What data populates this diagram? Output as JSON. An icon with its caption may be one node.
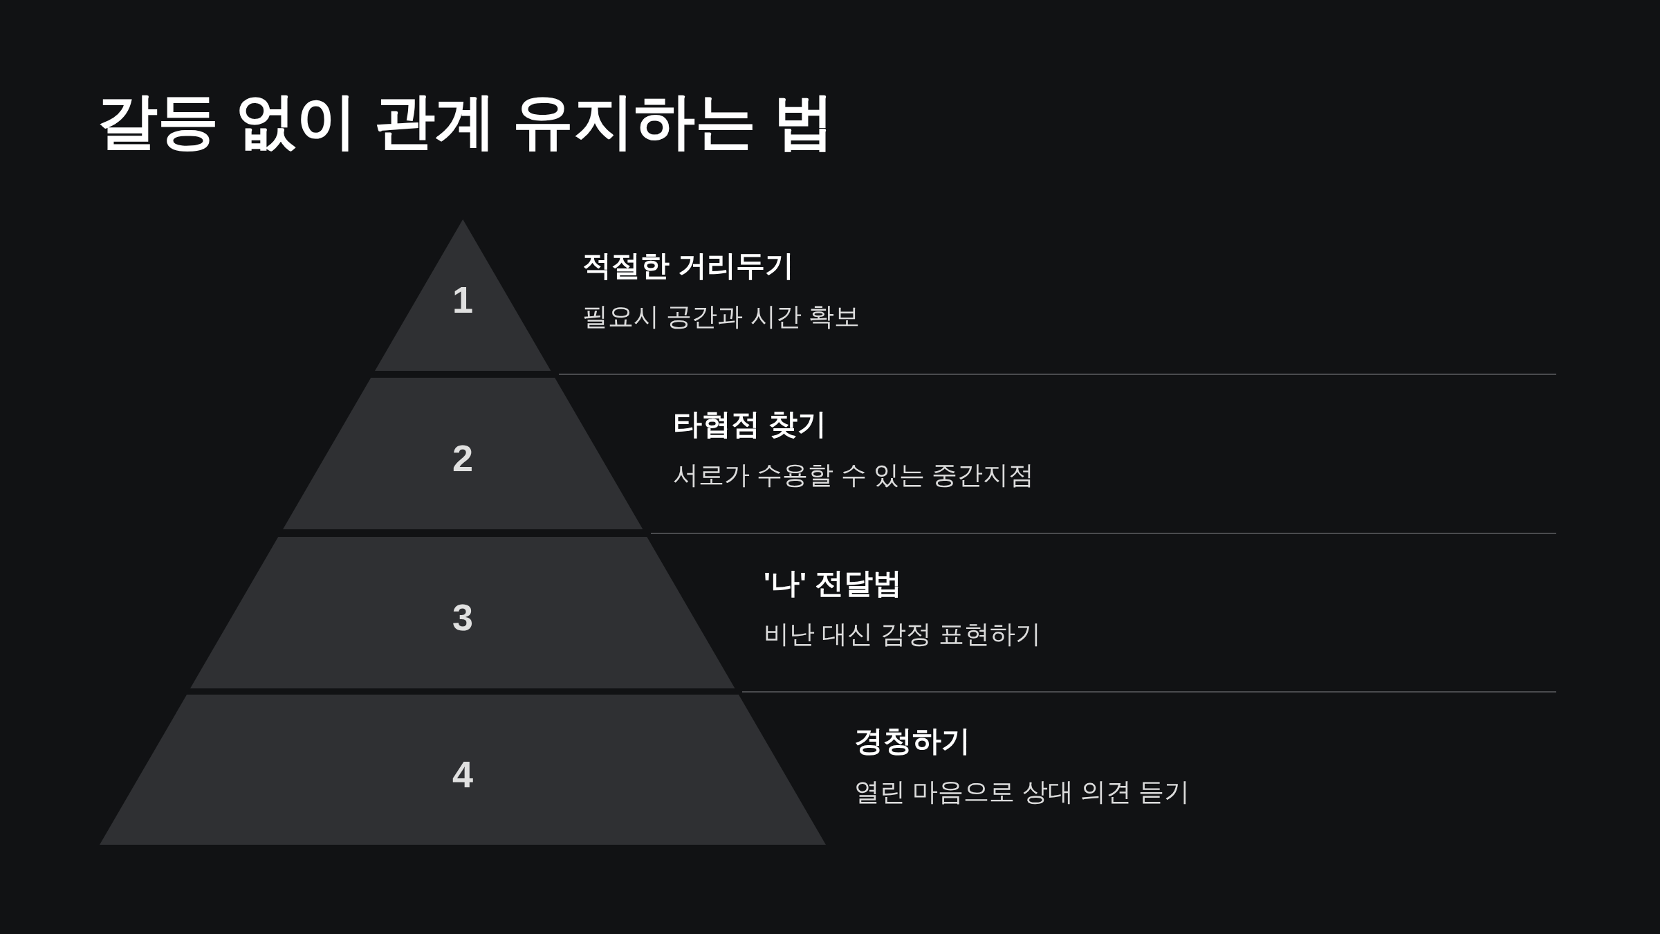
{
  "diagram": {
    "title": "갈등 없이 관계 유지하는 법",
    "nodes": [
      {
        "text": [
          "1"
        ],
        "beside": [
          "적절한 거리두기",
          "필요시 공간과 시간 확보"
        ]
      },
      {
        "text": [
          "2"
        ],
        "beside": [
          "타협점 찾기",
          "서로가 수용할 수 있는 중간지점"
        ]
      },
      {
        "text": [
          "3"
        ],
        "beside": [
          "'나' 전달법",
          "비난 대신 감정 표현하기"
        ]
      },
      {
        "text": [
          "4"
        ],
        "beside": [
          "경청하기",
          "열린 마음으로 상대 의견 듣기"
        ]
      }
    ]
  }
}
